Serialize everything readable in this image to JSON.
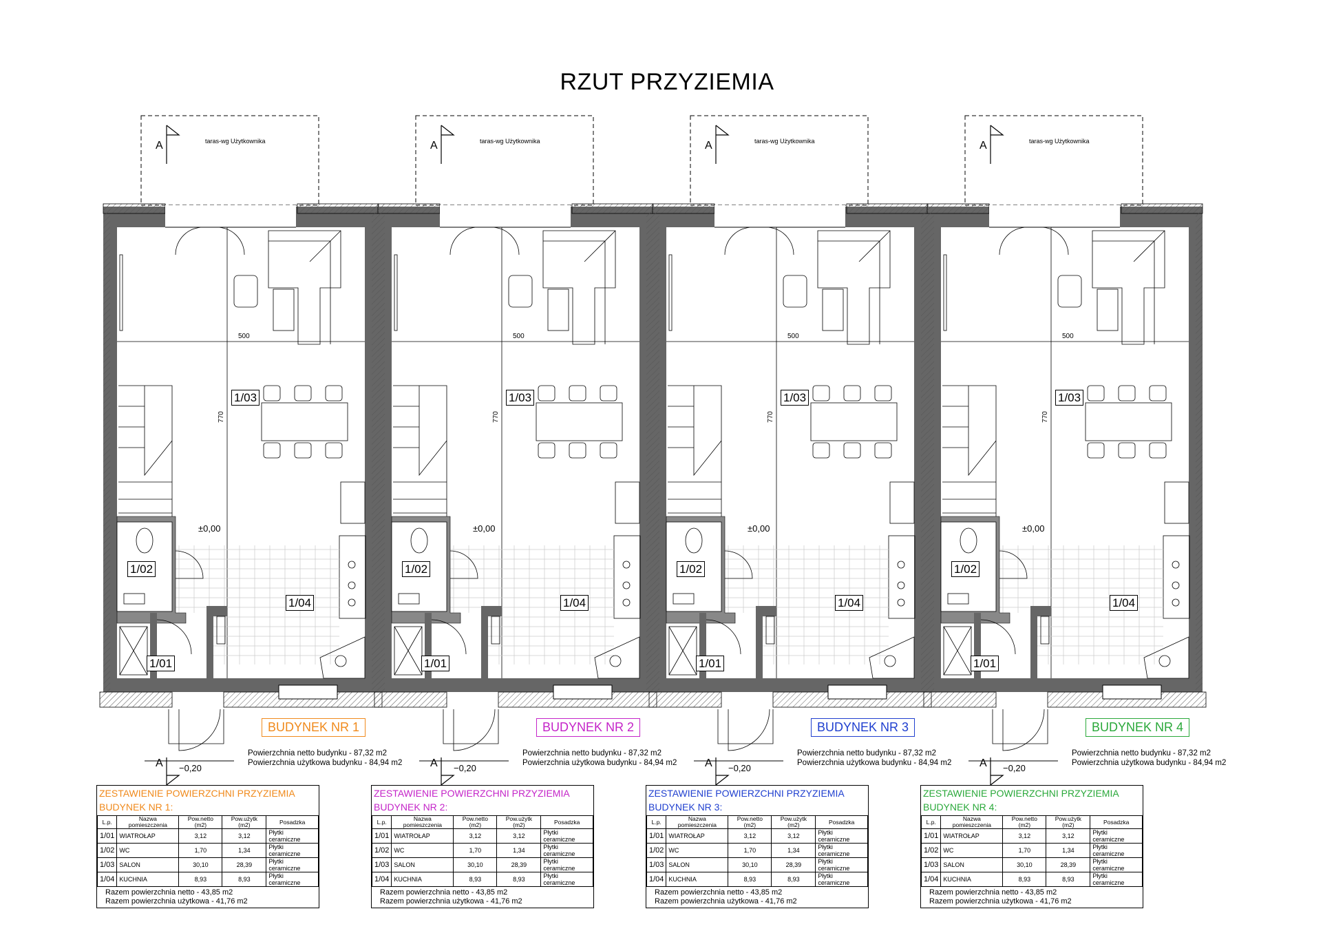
{
  "title": "RZUT PRZYZIEMIA",
  "common": {
    "terrace_label": "taras-wg Użytkownika",
    "section_mark": "A",
    "dim_width": "500",
    "dim_depth": "770",
    "level_zero": "±0,00",
    "level_outside": "−0,20",
    "room_labels": [
      "1/01",
      "1/02",
      "1/03",
      "1/04"
    ],
    "area_netto": "Powierzchnia netto budynku - 87,32 m2",
    "area_uzytkowa": "Powierzchnia użytkowa budynku - 84,94 m2",
    "table_title": "ZESTAWIENIE POWIERZCHNI PRZYZIEMIA",
    "table_headers": [
      "L.p.",
      "Nazwa pomieszczenia",
      "Pow.netto (m2)",
      "Pow.użytk (m2)",
      "Posadzka"
    ],
    "table_rows": [
      [
        "1/01",
        "WIATROŁAP",
        "3,12",
        "3,12",
        "Płytki ceramiczne"
      ],
      [
        "1/02",
        "WC",
        "1,70",
        "1,34",
        "Płytki ceramiczne"
      ],
      [
        "1/03",
        "SALON",
        "30,10",
        "28,39",
        "Płytki ceramiczne"
      ],
      [
        "1/04",
        "KUCHNIA",
        "8,93",
        "8,93",
        "Płytki ceramiczne"
      ]
    ],
    "sum_netto": "Razem powierzchnia netto - 43,85 m2",
    "sum_uzytkowa": "Razem powierzchnia użytkowa - 41,76 m2"
  },
  "buildings": [
    {
      "name": "BUDYNEK NR 1",
      "table_subtitle": "BUDYNEK NR 1:",
      "color": "#f08a1c"
    },
    {
      "name": "BUDYNEK NR 2",
      "table_subtitle": "BUDYNEK NR 2:",
      "color": "#c424c8"
    },
    {
      "name": "BUDYNEK NR 3",
      "table_subtitle": "BUDYNEK NR 3:",
      "color": "#1f3fcf"
    },
    {
      "name": "BUDYNEK NR 4",
      "table_subtitle": "BUDYNEK NR 4:",
      "color": "#2aa83a"
    }
  ]
}
